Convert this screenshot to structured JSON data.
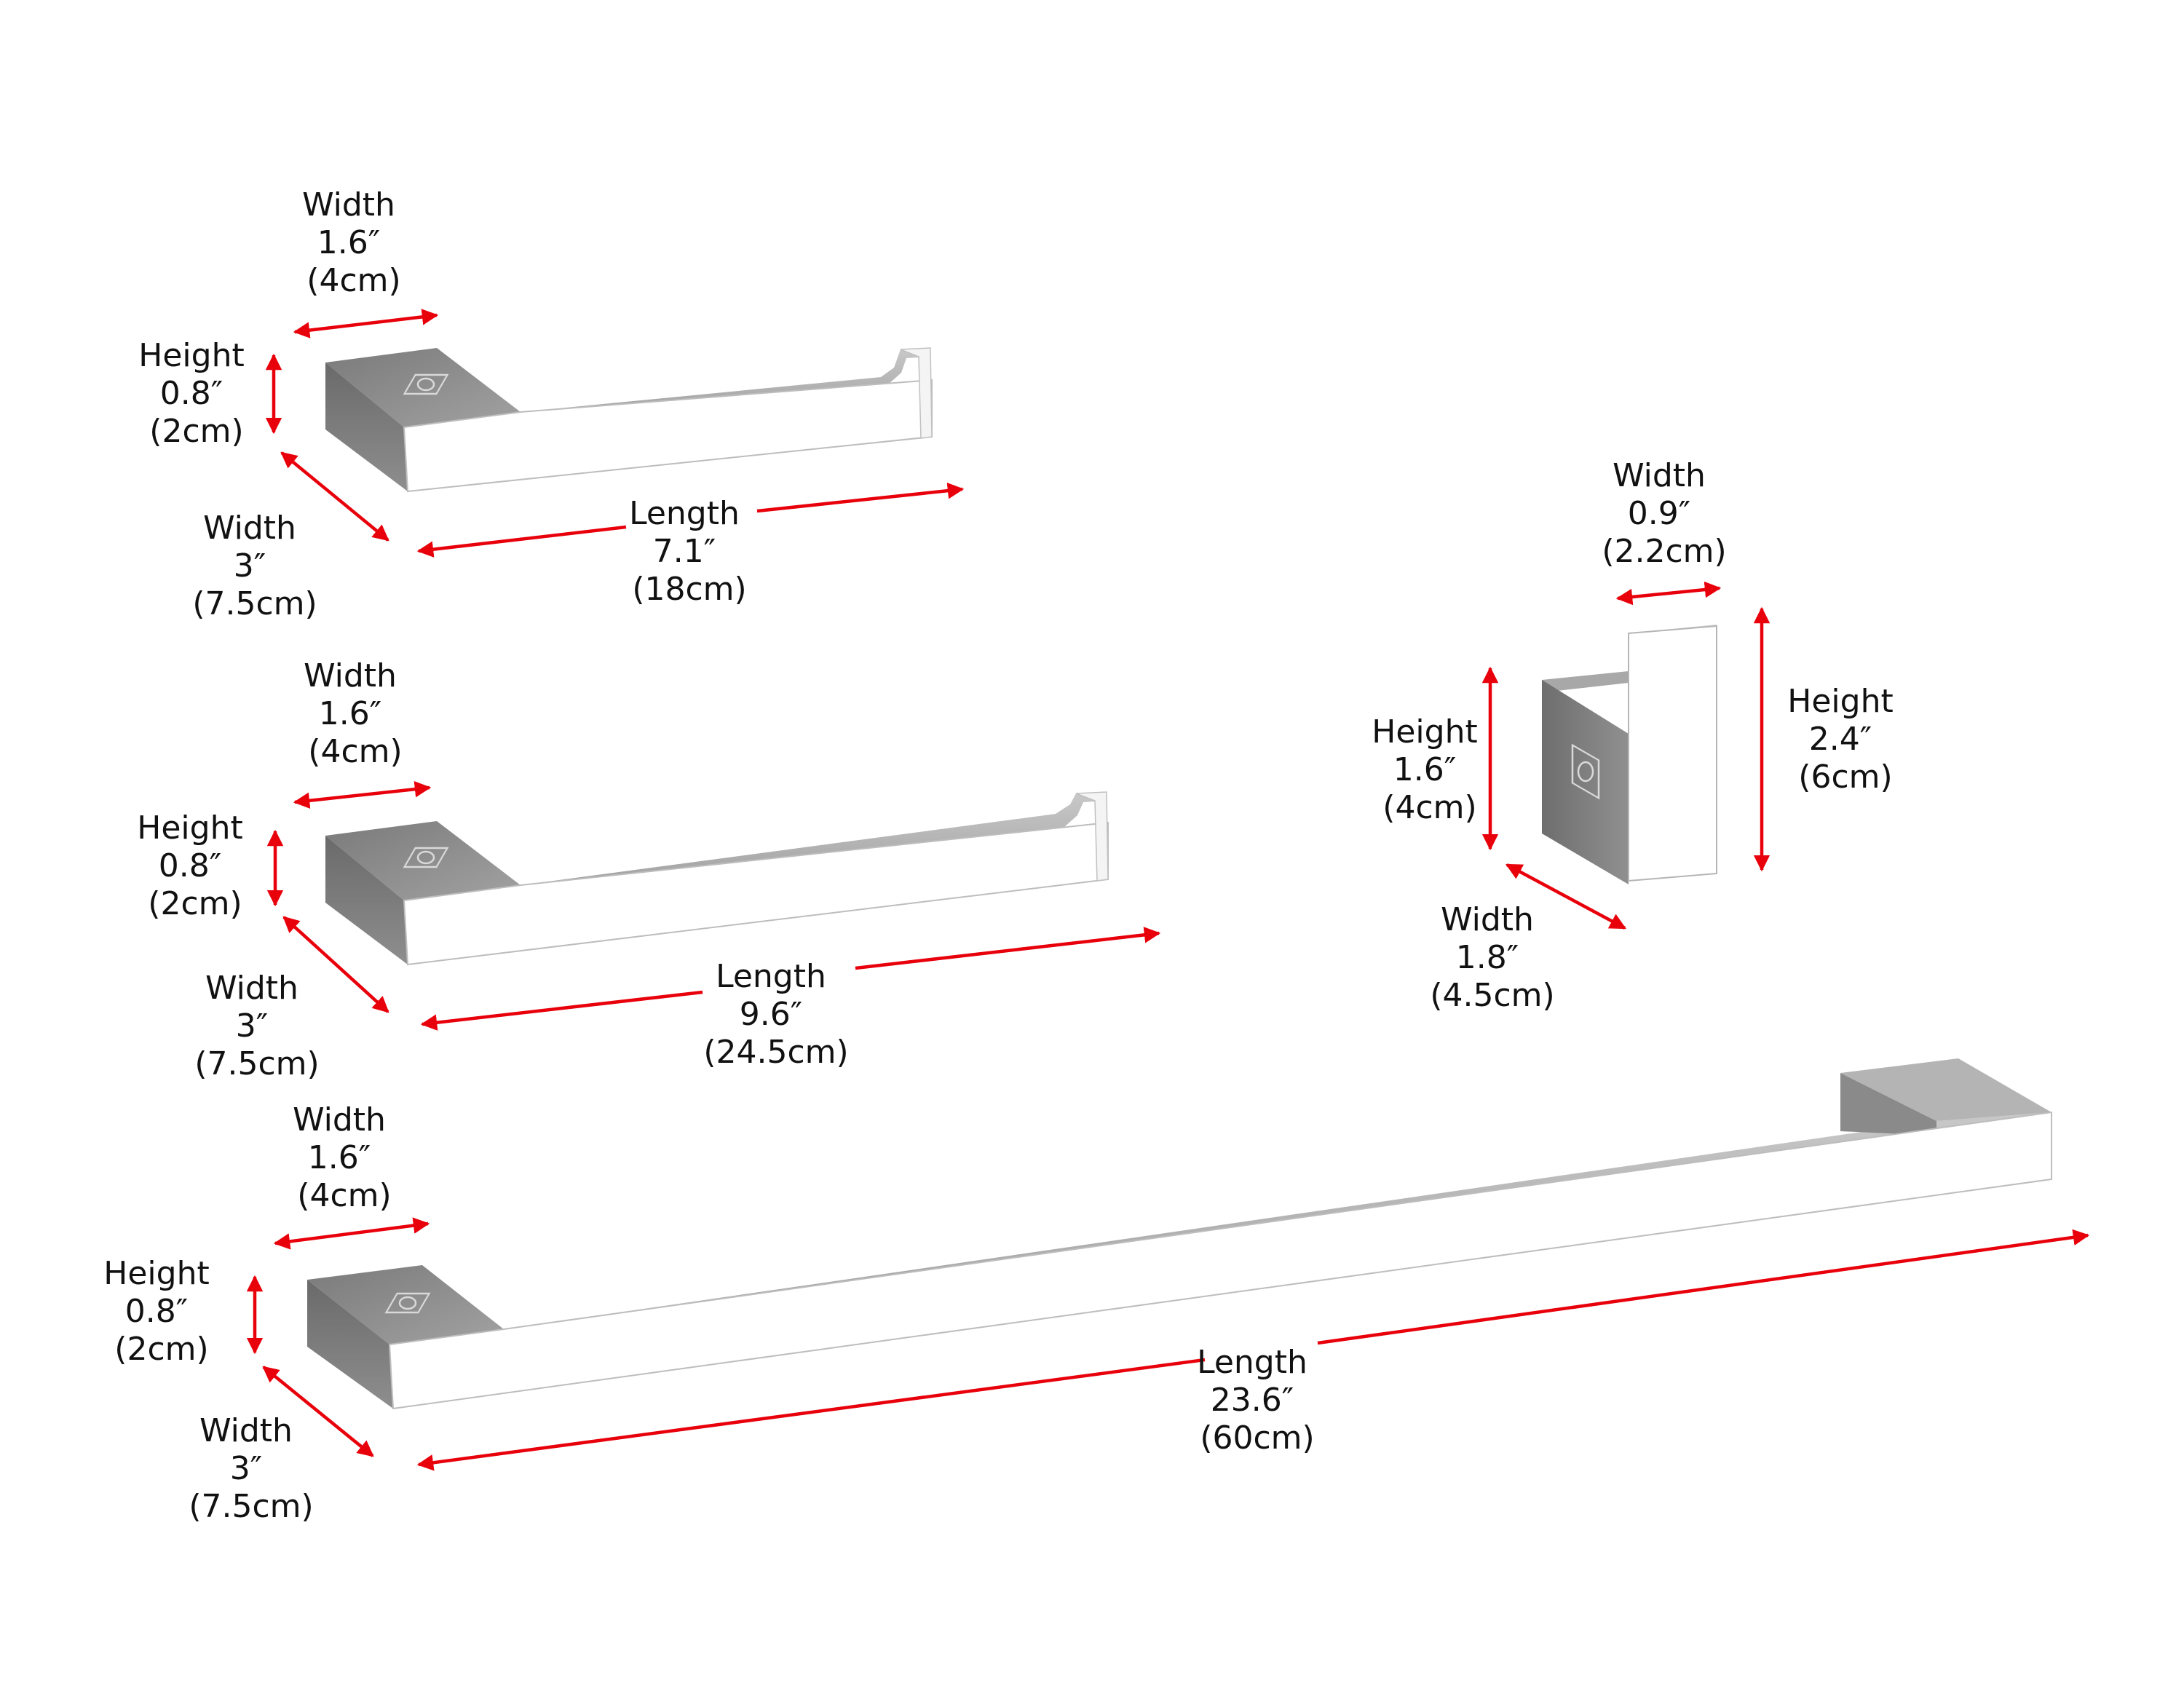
{
  "colors": {
    "arrow": "#e8000b",
    "text": "#111111",
    "chrome_top": "#8a8a8a",
    "chrome_face": "#ffffff",
    "chrome_dark": "#6f6f6f",
    "background": "#ffffff"
  },
  "products": {
    "small_holder": {
      "width_top": [
        "Width",
        "1.6″",
        "(4cm)"
      ],
      "height": [
        "Height",
        "0.8″",
        "(2cm)"
      ],
      "width_side": [
        "Width",
        "3″",
        "(7.5cm)"
      ],
      "length": [
        "Length",
        "7.1″",
        "(18cm)"
      ]
    },
    "medium_holder": {
      "width_top": [
        "Width",
        "1.6″",
        "(4cm)"
      ],
      "height": [
        "Height",
        "0.8″",
        "(2cm)"
      ],
      "width_side": [
        "Width",
        "3″",
        "(7.5cm)"
      ],
      "length": [
        "Length",
        "9.6″",
        "(24.5cm)"
      ]
    },
    "towel_bar": {
      "width_top": [
        "Width",
        "1.6″",
        "(4cm)"
      ],
      "height": [
        "Height",
        "0.8″",
        "(2cm)"
      ],
      "width_side": [
        "Width",
        "3″",
        "(7.5cm)"
      ],
      "length": [
        "Length",
        "23.6″",
        "(60cm)"
      ]
    },
    "robe_hook": {
      "width_top": [
        "Width",
        "0.9″",
        "(2.2cm)"
      ],
      "height_left": [
        "Height",
        "1.6″",
        "(4cm)"
      ],
      "height_right": [
        "Height",
        "2.4″",
        "(6cm)"
      ],
      "width_bottom": [
        "Width",
        "1.8″",
        "(4.5cm)"
      ]
    }
  }
}
